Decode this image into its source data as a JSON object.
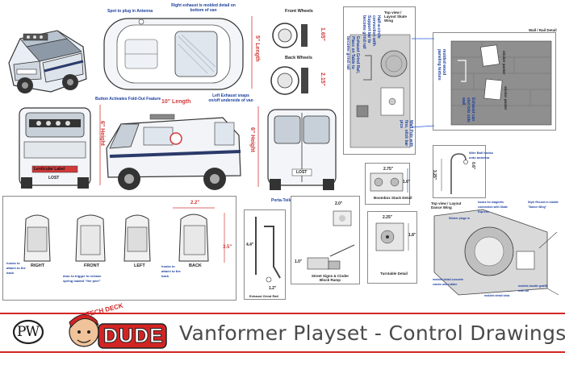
{
  "labels": {
    "spot_antenna": "Spot to plug in Antenna",
    "right_exhaust": "Right exhaust is molded detail on bottom of van",
    "front_wheels": "Front Wheels",
    "back_wheels": "Back Wheels",
    "front_wheel_dim": "1.65\"",
    "back_wheel_dim": "2.15\"",
    "length_5": "5\" Length",
    "button_feature": "Button Activates Fold-Out Feature",
    "length_10": "10\" Length",
    "left_exhaust": "Left Exhaust snaps on/off underside of van",
    "height_6a": "6\" Height",
    "height_6b": "6\" Height",
    "lenticular": "Lenticular Label",
    "plate_front": "LOST",
    "plate_rear": "LOST",
    "porta_toilet": "Porta-Toilet attaches to rear",
    "top_view_skate": "Top view / Layout Skate Wing",
    "half_circle": "Half-a-circle connection with Support bar to become grind rail",
    "exhaust_grind": "Exhaust Grind Rail, Place on Table to become grind rail",
    "wall_pole": "Wall Pole with fine, stick bar pics",
    "wall_rail": "Wall / Rail Detail",
    "sticker_poster_1": "sticker poster",
    "sticker_poster_2": "sticker poster",
    "molded_wood": "molded wood paneling texture",
    "exhaust_rail_note": "Exhaust can slot into side wall",
    "dim_275": "2.75\"",
    "dim_1_6": "1.6\"",
    "dim_325": "3.25\"",
    "dim_06": "0.6\"",
    "hook_note": "Wire Ball hooks onto antenna",
    "boombox": "Boombox Stack Detail",
    "right": "RIGHT",
    "front": "FRONT",
    "left": "LEFT",
    "back": "BACK",
    "hooks_left": "hooks to attach to the back",
    "door_note": "door to trigger to release spring loaded \"fire peel\"",
    "hooks_right": "hooks to attach to the back",
    "dim_22": "2.2\"",
    "dim_35": "3.5\"",
    "dim_44": "4.4\"",
    "dim_12": "1.2\"",
    "exhaust_grind_rail": "Exhaust Grind Rail",
    "dim_20": "2.0\"",
    "dim_10": "1.0\"",
    "street_signs": "Street Signs & Cinder Block Ramp",
    "dim_225": "2.25\"",
    "dim_18": "1.8\"",
    "turntable": "Turntable Detail",
    "top_view_dance": "Top view / Layout Dance Wing",
    "hooks_magnetic": "hooks for magnetic connection with Skate Express",
    "style_record": "Style Record in middle \"Dance Wing\"",
    "stickers_note": "Sticker plugs in",
    "molded_detail_a": "molded detail concrete cracks and rubber",
    "molded_detail_b": "molded detail stick",
    "molded_detail_c": "molded-handle graffiti with cat"
  },
  "logo": {
    "initials": "PW",
    "brand_top": "TECH DECK",
    "brand_main": "DUDE"
  },
  "title": "Vanformer Playset - Control Drawings"
}
